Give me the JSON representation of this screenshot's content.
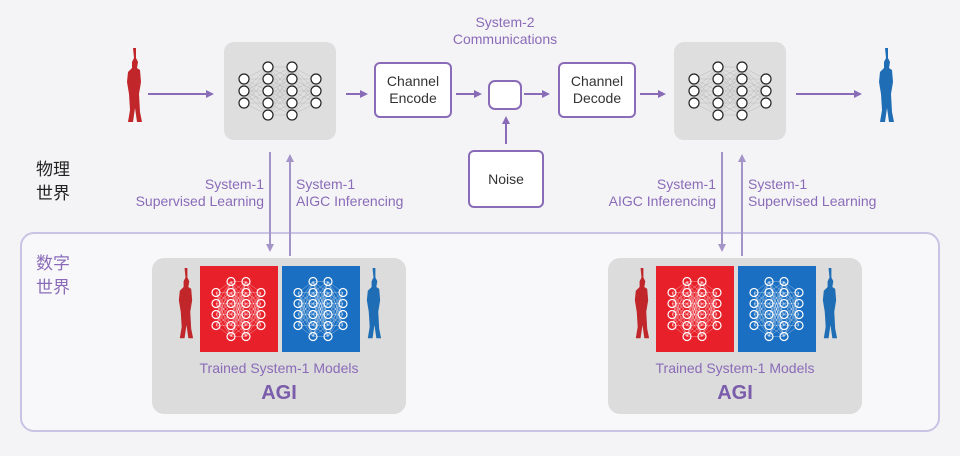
{
  "labels": {
    "physical_world": [
      "物理",
      "世界"
    ],
    "digital_world": [
      "数字",
      "世界"
    ],
    "system2": [
      "System-2",
      "Communications"
    ],
    "left_down": [
      "System-1",
      "Supervised Learning"
    ],
    "left_up": [
      "System-1",
      "AIGC Inferencing"
    ],
    "right_down": [
      "System-1",
      "AIGC Inferencing"
    ],
    "right_up": [
      "System-1",
      "Supervised Learning"
    ]
  },
  "boxes": {
    "channel_encode": [
      "Channel",
      "Encode"
    ],
    "channel_decode": [
      "Channel",
      "Decode"
    ],
    "noise": "Noise"
  },
  "agi_left": {
    "caption": "Trained System-1 Models",
    "title": "AGI"
  },
  "agi_right": {
    "caption": "Trained System-1 Models",
    "title": "AGI"
  },
  "colors": {
    "accent": "#8a6bb8",
    "red_figure": "#c0262a",
    "blue_figure": "#1f6db5",
    "red_panel": "#e8202a",
    "blue_panel": "#1a6fc2",
    "digital_border": "#c8c4e4"
  },
  "icons": [
    "human-figure-red-icon",
    "human-figure-blue-icon",
    "neural-network-icon",
    "arrow-icon"
  ]
}
